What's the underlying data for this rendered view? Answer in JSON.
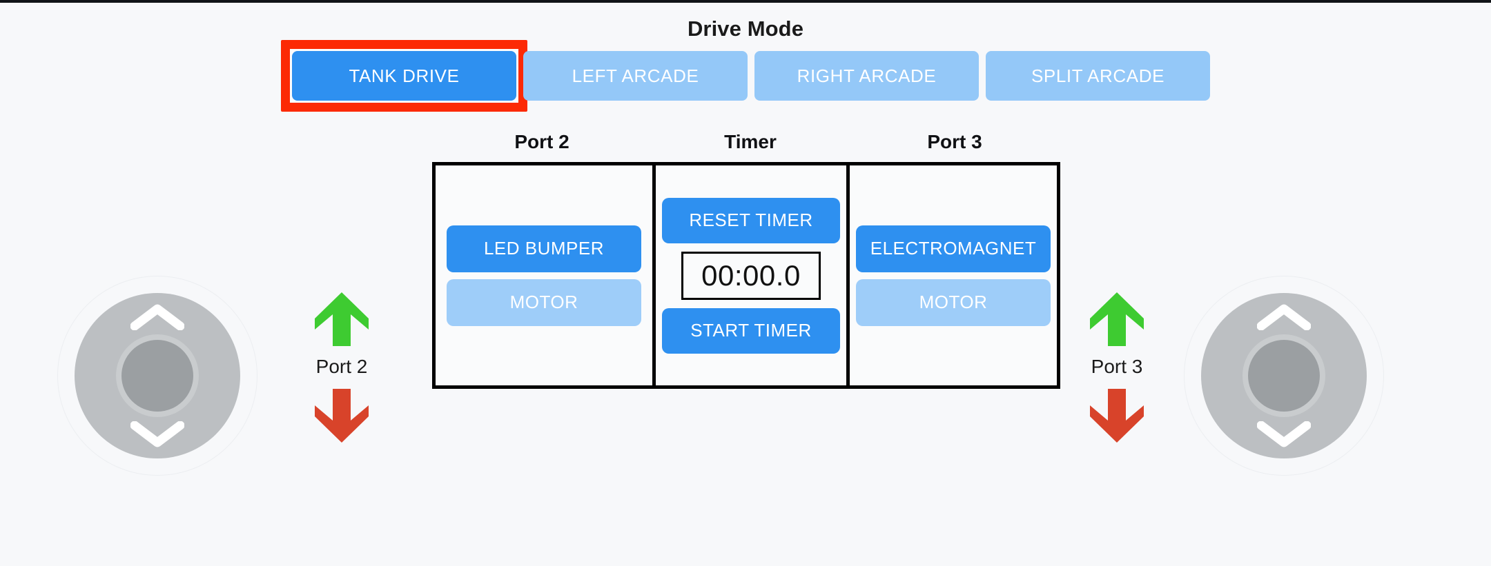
{
  "header": {
    "title": "Drive Mode"
  },
  "drive_modes": {
    "selected": "TANK DRIVE",
    "items": [
      {
        "label": "TANK DRIVE",
        "state": "active"
      },
      {
        "label": "LEFT ARCADE",
        "state": "inactive"
      },
      {
        "label": "RIGHT ARCADE",
        "state": "inactive"
      },
      {
        "label": "SPLIT ARCADE",
        "state": "inactive"
      }
    ]
  },
  "panels": {
    "port2": {
      "title": "Port 2",
      "buttons": [
        {
          "label": "LED BUMPER",
          "state": "active"
        },
        {
          "label": "MOTOR",
          "state": "inactive"
        }
      ]
    },
    "timer": {
      "title": "Timer",
      "reset_label": "RESET TIMER",
      "display": "00:00.0",
      "start_label": "START TIMER"
    },
    "port3": {
      "title": "Port 3",
      "buttons": [
        {
          "label": "ELECTROMAGNET",
          "state": "active"
        },
        {
          "label": "MOTOR",
          "state": "inactive"
        }
      ]
    }
  },
  "port_controls": {
    "left": {
      "label": "Port 2",
      "up_icon": "up-arrow-icon",
      "down_icon": "down-arrow-icon"
    },
    "right": {
      "label": "Port 3",
      "up_icon": "up-arrow-icon",
      "down_icon": "down-arrow-icon"
    }
  },
  "joysticks": {
    "left": {
      "up_icon": "chevron-up-icon",
      "down_icon": "chevron-down-icon"
    },
    "right": {
      "up_icon": "chevron-up-icon",
      "down_icon": "chevron-down-icon"
    }
  },
  "colors": {
    "accent_active": "#2e90f0",
    "accent_muted": "#9ecdf9",
    "selection_ring": "#fc2a05",
    "arrow_up": "#3ecb31",
    "arrow_down": "#d8432a",
    "background": "#f7f8fa",
    "panel_border": "#000000"
  }
}
